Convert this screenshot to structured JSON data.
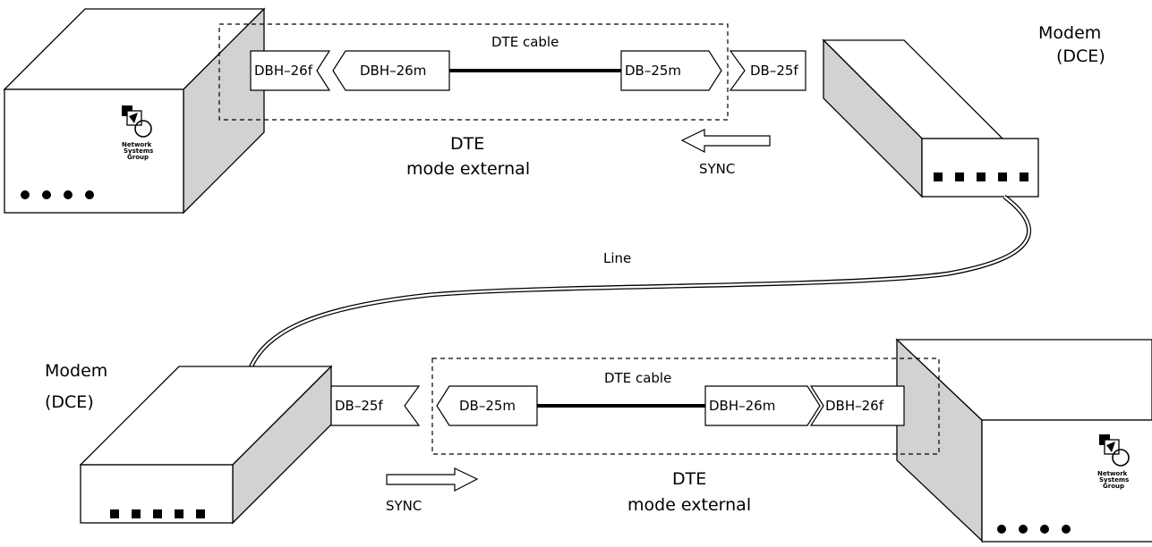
{
  "top": {
    "modem_label_line1": "Modem",
    "modem_label_line2": "(DCE)",
    "cable_label": "DTE cable",
    "connectors": {
      "dbh26f": "DBH–26f",
      "dbh26m": "DBH–26m",
      "db25m": "DB–25m",
      "db25f": "DB–25f"
    },
    "dte_title": "DTE",
    "dte_mode": "mode external",
    "sync_label": "SYNC"
  },
  "line_label": "Line",
  "bottom": {
    "modem_label_line1": "Modem",
    "modem_label_line2": "(DCE)",
    "cable_label": "DTE cable",
    "connectors": {
      "db25f": "DB–25f",
      "db25m": "DB–25m",
      "dbh26m": "DBH–26m",
      "dbh26f": "DBH–26f"
    },
    "dte_title": "DTE",
    "dte_mode": "mode external",
    "sync_label": "SYNC"
  },
  "logo_text": [
    "Network",
    "Systems",
    "Group"
  ],
  "colors": {
    "device_side": "#d2d2d2",
    "outline": "#000000",
    "background": "#ffffff"
  }
}
